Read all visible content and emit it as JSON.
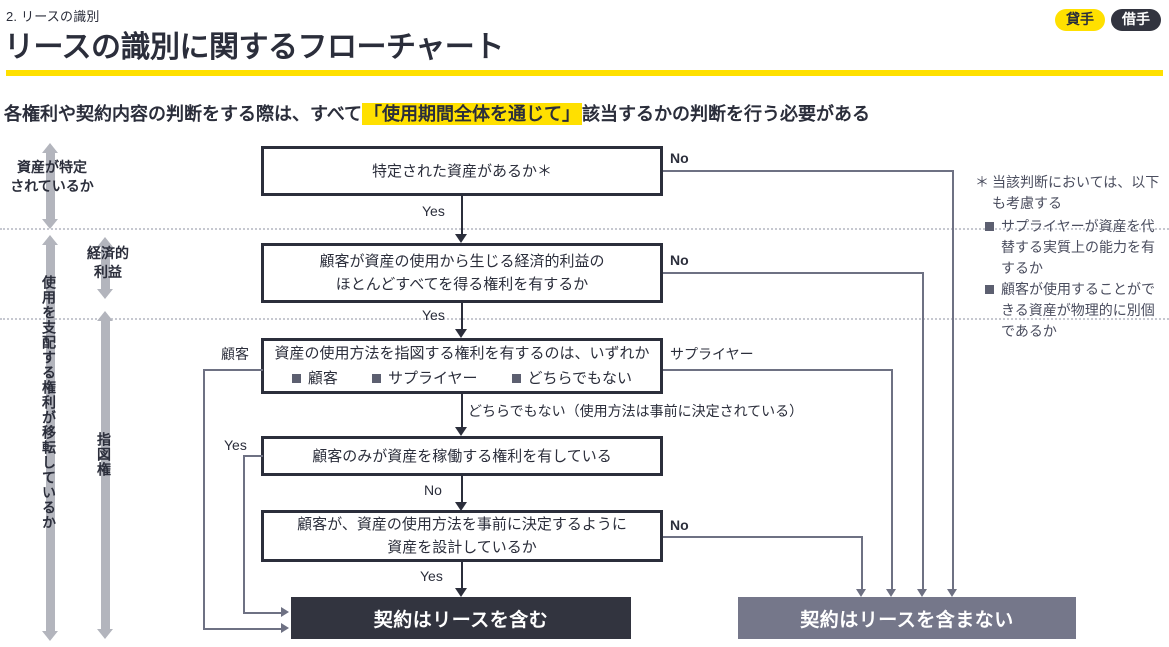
{
  "header": {
    "kicker": "2. リースの識別",
    "title": "リースの識別に関するフローチャート",
    "badges": [
      {
        "label": "貸手",
        "color": "#ffe000"
      },
      {
        "label": "借手",
        "color": "#32343f"
      }
    ],
    "subtitle_before": "各権利や契約内容の判断をする際は、すべて",
    "subtitle_highlight": "「使用期間全体を通じて」",
    "subtitle_after": "該当するかの判断を行う必要がある",
    "highlight_color": "#ffe000"
  },
  "left_axis": {
    "labels": [
      {
        "name": "asset-identified",
        "text": "資産が特定\nされているか"
      },
      {
        "name": "right-to-control-use",
        "text": "使用を支配する権利が移転しているか"
      },
      {
        "name": "economic-benefits",
        "text": "経済的\n利益"
      },
      {
        "name": "right-to-direct",
        "text": "指図権"
      }
    ],
    "arrow_color": "#b3b5bd"
  },
  "flow": {
    "boxes": [
      {
        "id": "q1",
        "name": "question-box-identified-asset",
        "text": "特定された資産があるか＊"
      },
      {
        "id": "q2",
        "name": "question-box-economic-benefits",
        "line1": "顧客が資産の使用から生じる経済的利益の",
        "line2": "ほとんどすべてを得る権利を有するか"
      },
      {
        "id": "q3",
        "name": "question-box-direct-use",
        "text": "資産の使用方法を指図する権利を有するのは、いずれか",
        "options": [
          "顧客",
          "サプライヤー",
          "どちらでもない"
        ]
      },
      {
        "id": "q4",
        "name": "question-box-operate-right",
        "text": "顧客のみが資産を稼働する権利を有している"
      },
      {
        "id": "q5",
        "name": "question-box-asset-design",
        "line1": "顧客が、資産の使用方法を事前に決定するように",
        "line2": "資産を設計しているか"
      }
    ],
    "results": [
      {
        "name": "result-lease",
        "label": "契約はリースを含む",
        "color": "#32343f"
      },
      {
        "name": "result-not-lease",
        "label": "契約はリースを含まない",
        "color": "#75778a"
      }
    ],
    "edge_labels": {
      "q1_no": "No",
      "q1_yes": "Yes",
      "q2_no": "No",
      "q2_yes": "Yes",
      "q3_left": "顧客",
      "q3_right": "サプライヤー",
      "q3_down": "どちらでもない（使用方法は事前に決定されている）",
      "q4_yes": "Yes",
      "q4_no": "No",
      "q5_no": "No",
      "q5_yes": "Yes"
    }
  },
  "footnote": {
    "marker": "＊",
    "head": "当該判断においては、以下も考慮する",
    "items": [
      "サプライヤーが資産を代替する実質上の能力を有するか",
      "顧客が使用することができる資産が物理的に別個であるか"
    ]
  }
}
